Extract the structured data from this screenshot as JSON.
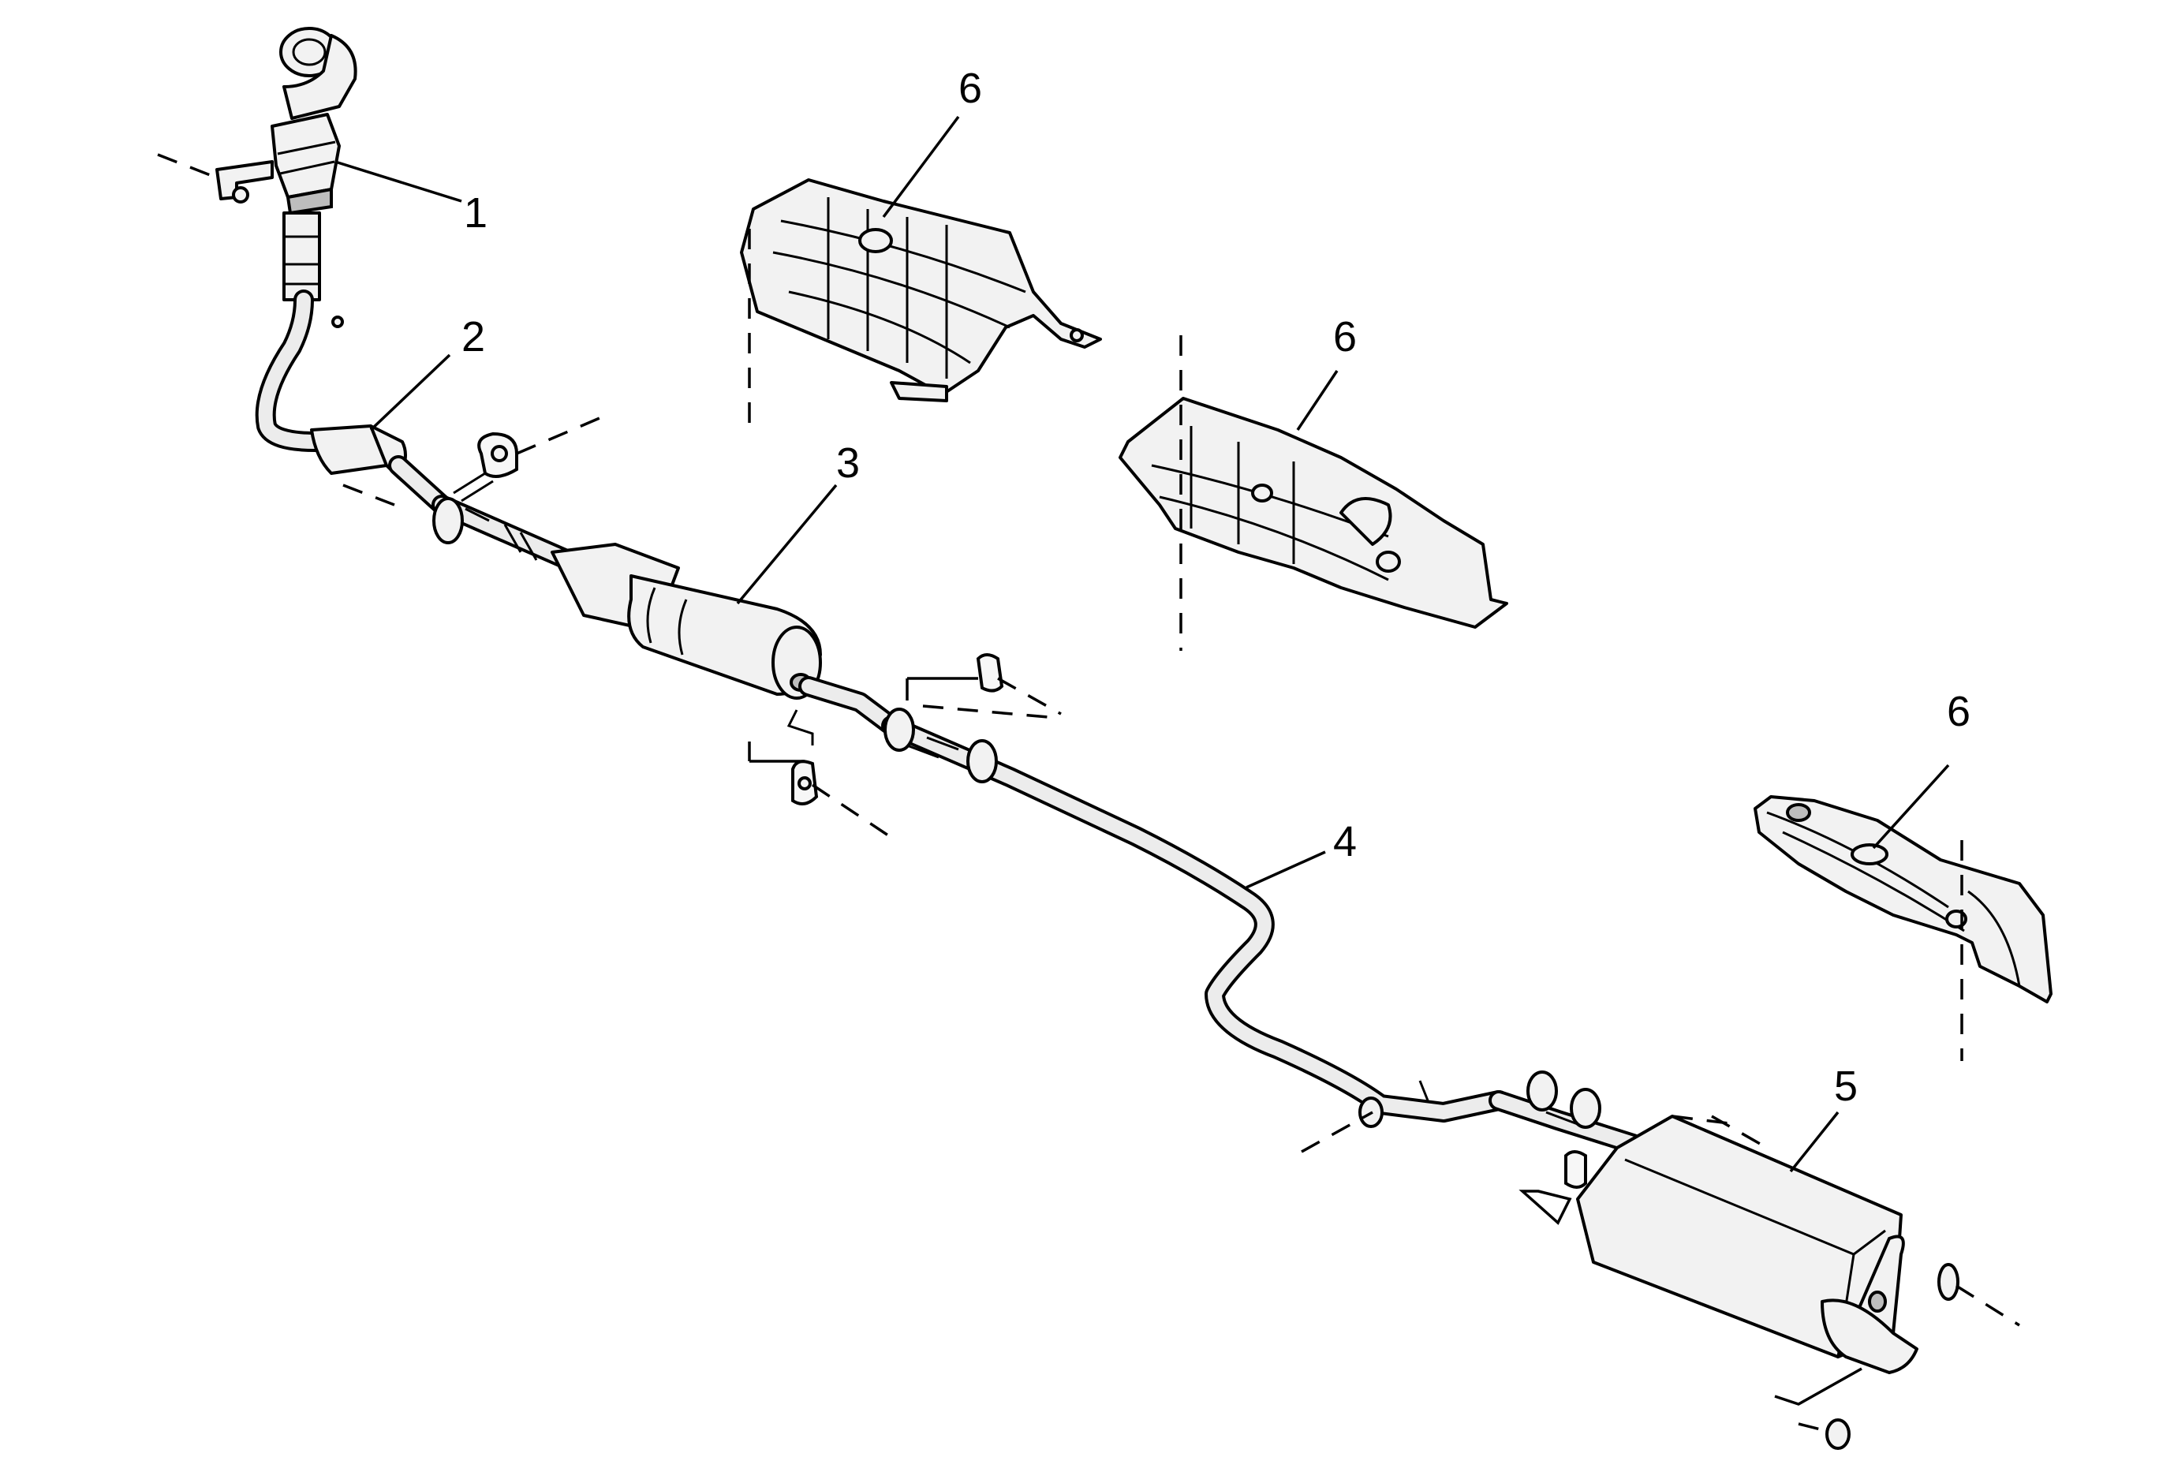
{
  "callouts": {
    "c1": "1",
    "c2": "2",
    "c3": "3",
    "c4": "4",
    "c5": "5",
    "c6a": "6",
    "c6b": "6",
    "c6c": "6"
  },
  "colors": {
    "line": "#000000",
    "part_fill": "#f2f2f2",
    "background": "#ffffff"
  }
}
